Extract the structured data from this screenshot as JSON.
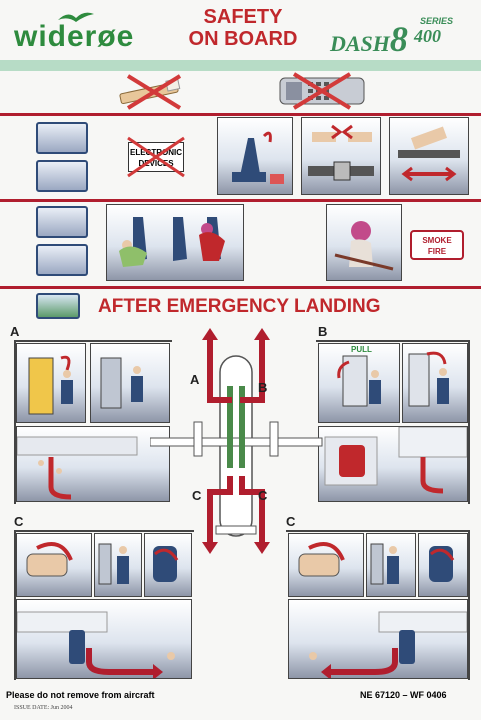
{
  "header": {
    "logo_text": "widerøe",
    "title_line1": "SAFETY",
    "title_line2": "ON BOARD",
    "model_prefix": "DASH",
    "model_number": "8",
    "series_label": "SERIES",
    "series_number": "400"
  },
  "row2": {
    "devices_line1": "ELECTRONIC",
    "devices_line2": "DEVICES"
  },
  "row3": {
    "smoke_line1": "SMOKE",
    "smoke_line2": "FIRE"
  },
  "emergency": {
    "heading": "AFTER EMERGENCY LANDING",
    "letter_a": "A",
    "letter_b": "B",
    "letter_c": "C",
    "pull_label": "PULL"
  },
  "footer": {
    "notice": "Please do not remove from aircraft",
    "issue_date": "ISSUE DATE: Jun 2004",
    "code": "NE  67120 – WF 0406"
  },
  "colors": {
    "brand_green": "#2e8b3e",
    "safety_red": "#c0282c",
    "rule_red": "#b01e2e",
    "navy": "#2f4b78"
  }
}
